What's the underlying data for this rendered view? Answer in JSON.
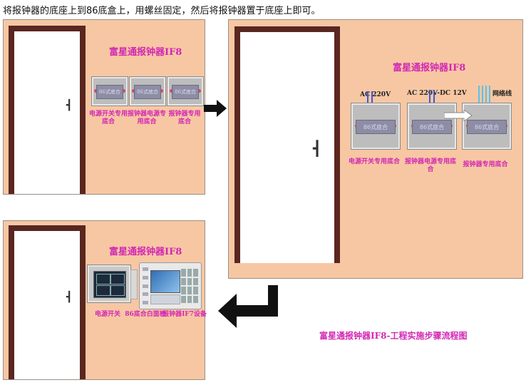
{
  "instruction": "将报钟器的底座上到86底盒上，用螺丝固定，然后将报钟器置于底座上即可。",
  "panel1": {
    "brand": "富星通报钟器IF8",
    "box_label": "86式底合",
    "captions": [
      "电源开关专用底合",
      "报钟器电源专用底合",
      "报钟器专用底合"
    ]
  },
  "panel2": {
    "brand": "富星通报钟器IF8",
    "box_label": "86式底合",
    "wire_labels": [
      "AC 220V",
      "AC 220V-DC 12V",
      "网络线"
    ],
    "captions": [
      "电源开关专用底合",
      "报钟器电源专用底合",
      "报钟器专用底合"
    ]
  },
  "panel3": {
    "brand": "富星通报钟器IF8",
    "captions": [
      "电源开关",
      "86底合白面板",
      "报钟器IF7设备"
    ]
  },
  "flow_title": "富星通报钟器IF8-工程实施步骤流程图",
  "colors": {
    "panel_bg": "#f7c7a3",
    "door_frame": "#5a2620",
    "accent_text": "#d327b4"
  }
}
